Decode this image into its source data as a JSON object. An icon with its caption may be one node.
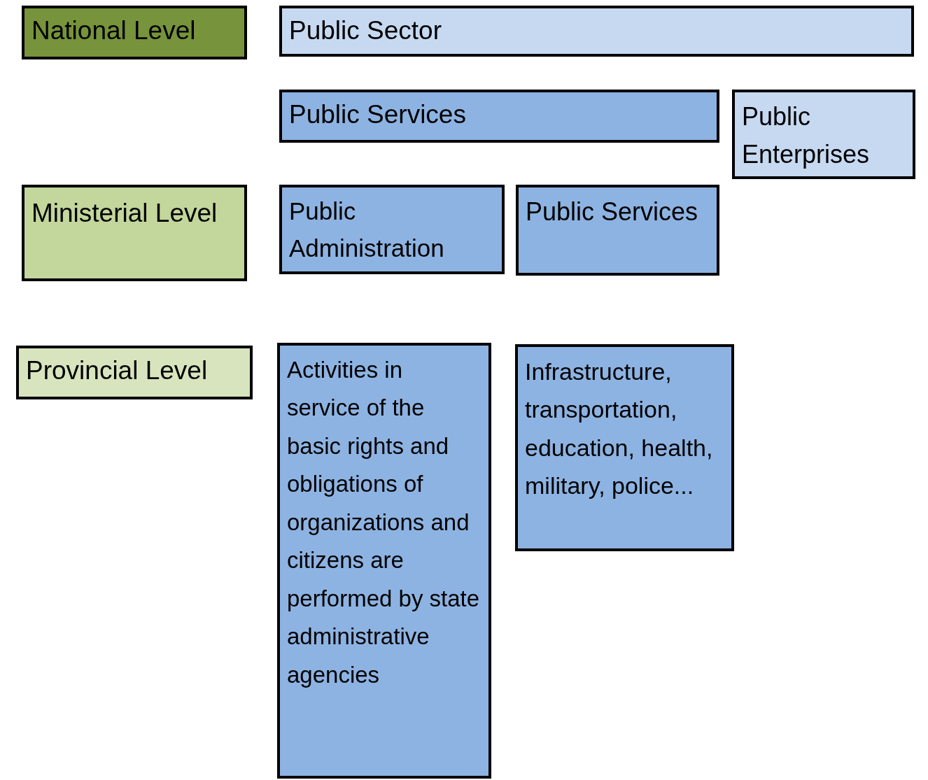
{
  "diagram": {
    "nodes": [
      {
        "text": [
          "National Level"
        ]
      },
      {
        "text": [
          "Public Sector"
        ]
      },
      {
        "text": [
          "Public Services"
        ]
      },
      {
        "text": [
          "Public Enterprises"
        ]
      },
      {
        "text": [
          "Ministerial Level"
        ]
      },
      {
        "text": [
          "Public Administration"
        ]
      },
      {
        "text": [
          "Public Services"
        ]
      },
      {
        "text": [
          "Provincial Level"
        ]
      },
      {
        "text": [
          "Activities in service of the basic rights and obligations of organizations and citizens are performed by state administrative agencies"
        ]
      },
      {
        "text": [
          "Infrastructure, transportation, education, health, military, police..."
        ]
      }
    ]
  }
}
